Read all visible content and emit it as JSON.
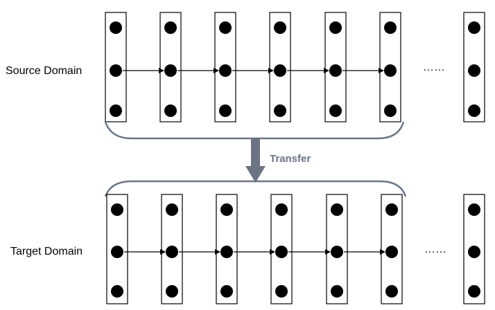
{
  "source": {
    "label": "Source Domain"
  },
  "target": {
    "label": "Target Domain"
  },
  "transfer": {
    "label": "Transfer"
  },
  "ellipsis": "……",
  "layers_per_domain": 6,
  "nodes_per_layer": 3,
  "colors": {
    "node": "#000000",
    "layer_border": "#000000",
    "arrow": "#000000",
    "brace": "#6b7385",
    "transfer": "#6b7385"
  }
}
